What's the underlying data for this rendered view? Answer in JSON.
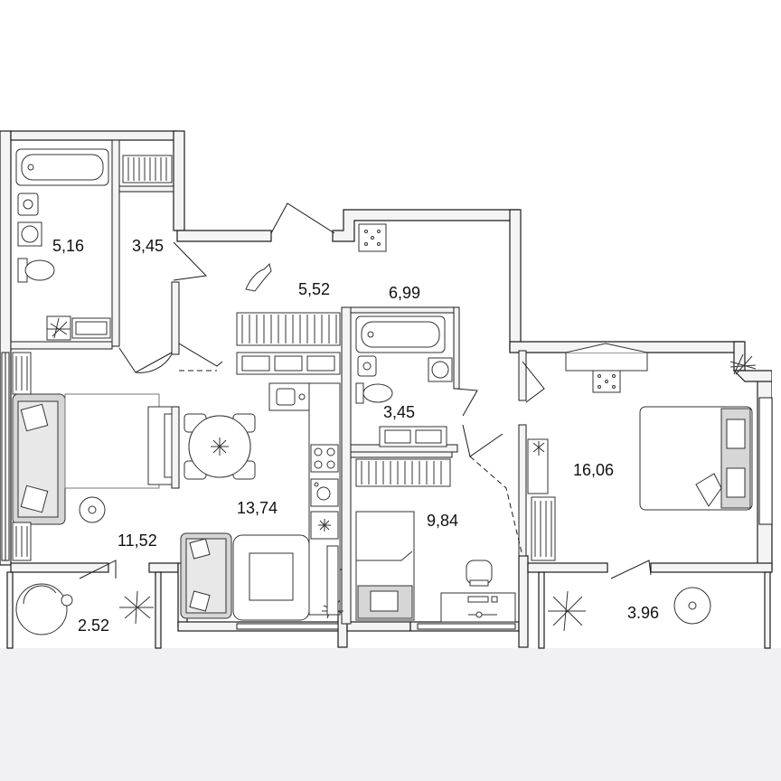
{
  "colors": {
    "background": "#ffffff",
    "footer_band": "#f1f1f3",
    "wall_fill": "#f4f4f4",
    "wall_stroke": "#1c1c1c",
    "furniture_stroke": "#333333",
    "furniture_fill": "#d6d6d6"
  },
  "rooms": [
    {
      "id": "bathroom-1",
      "area": "5,16"
    },
    {
      "id": "wardrobe-1",
      "area": "3,45"
    },
    {
      "id": "hallway",
      "area": "5,52"
    },
    {
      "id": "corridor",
      "area": "6,99"
    },
    {
      "id": "bathroom-2",
      "area": "3,45"
    },
    {
      "id": "living-room",
      "area": "11,52"
    },
    {
      "id": "kitchen-living",
      "area": "13,74"
    },
    {
      "id": "bedroom-small",
      "area": "9,84"
    },
    {
      "id": "bedroom-large",
      "area": "16,06"
    },
    {
      "id": "balcony-1",
      "area": "2.52"
    },
    {
      "id": "balcony-2",
      "area": "3.96"
    }
  ],
  "icons": [
    "bathtub-icon",
    "sink-icon",
    "washing-machine-icon",
    "toilet-icon",
    "plant-icon",
    "dining-table-icon",
    "stove-icon",
    "sofa-icon",
    "bed-icon",
    "desk-icon",
    "armchair-icon",
    "dog-icon",
    "ventilation-shaft-icon"
  ]
}
